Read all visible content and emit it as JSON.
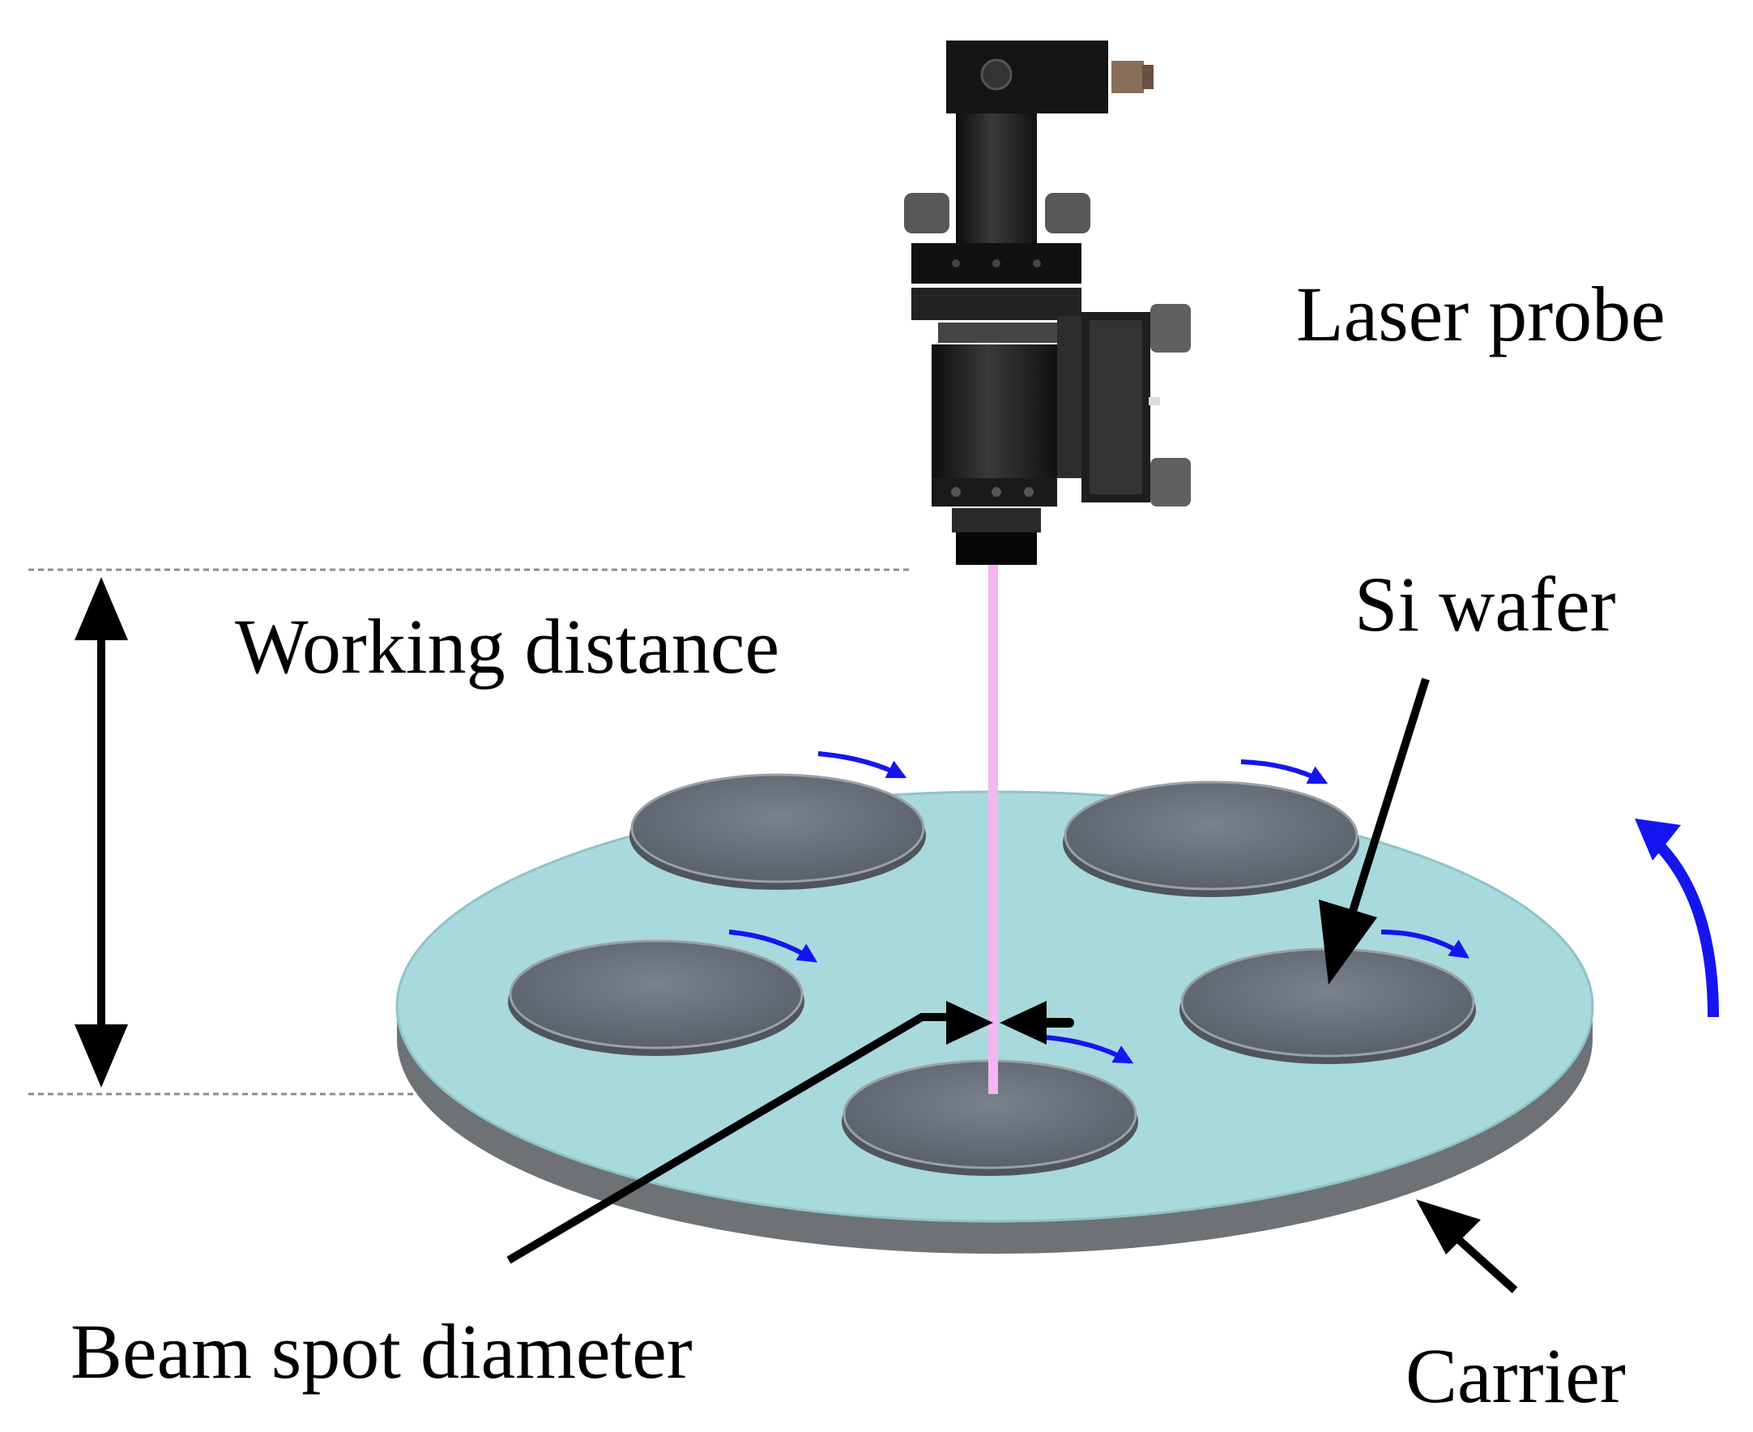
{
  "labels": {
    "laser_probe": "Laser probe",
    "working_distance": "Working distance",
    "si_wafer": "Si wafer",
    "beam_spot_diameter": "Beam spot diameter",
    "carrier": "Carrier"
  },
  "colors": {
    "carrier_top": "#a8d9dc",
    "carrier_edge": "#6e7274",
    "wafer": "#6d7480",
    "wafer_edge": "#9aa0a8",
    "beam": "#f4b6f0",
    "rotation_arrow": "#1515f0",
    "probe_body": "#1c1c1c",
    "annotation": "#000000",
    "dashed_line": "#8c8c8c"
  }
}
